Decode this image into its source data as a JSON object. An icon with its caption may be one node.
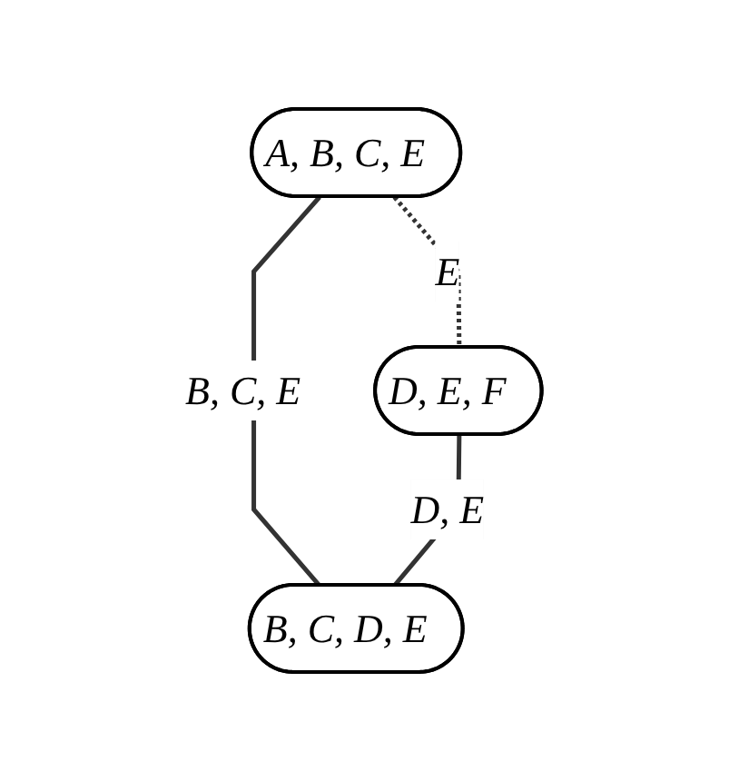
{
  "diagram": {
    "nodes": [
      {
        "text": [
          "A, B, C, E"
        ]
      },
      {
        "text": [
          "D, E, F"
        ]
      },
      {
        "text": [
          "B, C, D, E"
        ]
      }
    ],
    "edges": [
      {
        "from": 0,
        "to": 1,
        "arrow": "none",
        "style": "dashed",
        "label": "E"
      },
      {
        "from": 0,
        "to": 2,
        "arrow": "none",
        "label": "B, C, E"
      },
      {
        "from": 1,
        "to": 2,
        "arrow": "none",
        "label": "D, E"
      }
    ]
  }
}
